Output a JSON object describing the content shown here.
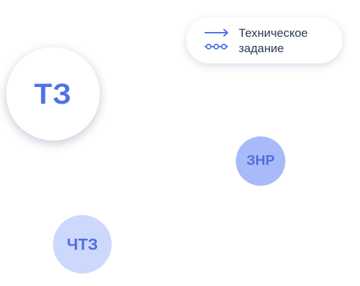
{
  "legend": {
    "label": "Техническое задание",
    "icon": "arrow-and-dotted-line-icon"
  },
  "nodes": {
    "tz": {
      "label": "ТЗ",
      "background": "#ffffff",
      "color": "#4f72e6"
    },
    "znr": {
      "label": "ЗНР",
      "background": "#a9bafa",
      "color": "#4e6fe0"
    },
    "chtz": {
      "label": "ЧТЗ",
      "background": "#cdd8fd",
      "color": "#4e6fe0"
    }
  },
  "colors": {
    "accent": "#4f72e6",
    "legend_text": "#2b3a55"
  }
}
